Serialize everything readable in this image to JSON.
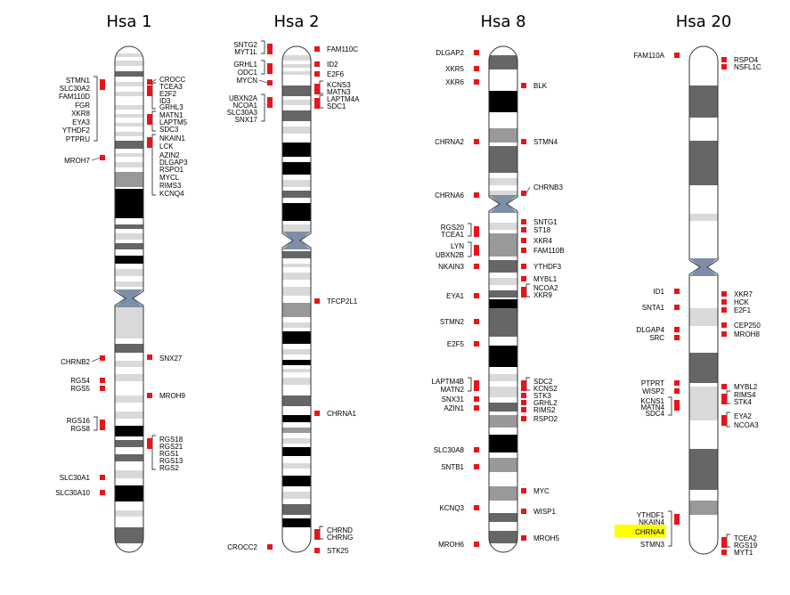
{
  "chromosomes": [
    {
      "title": "Hsa 1",
      "left": [
        "STMN1",
        "SLC30A2",
        "FAM110D",
        "FGR",
        "XKR8",
        "EYA3",
        "YTHDF2",
        "PTPRU",
        "MROH7",
        "CHRNB2",
        "RGS4",
        "RGS5",
        "RGS16",
        "RGS8",
        "SLC30A1",
        "SLC30A10"
      ],
      "right": [
        "CROCC",
        "TCEA3",
        "E2F2",
        "ID3",
        "GRHL3",
        "MATN1",
        "LAPTM5",
        "SDC3",
        "NKAIN1",
        "LCK",
        "AZIN2",
        "DLGAP3",
        "RSPO1",
        "MYCL",
        "RIMS3",
        "KCNQ4",
        "SNX27",
        "MROH9",
        "RGS18",
        "RGS21",
        "RGS1",
        "RGS13",
        "RGS2"
      ]
    },
    {
      "title": "Hsa 2",
      "left": [
        "SNTG2",
        "MYT1L",
        "GRHL1",
        "ODC1",
        "MYCN",
        "UBXN2A",
        "NCOA1",
        "SLC30A3",
        "SNX17",
        "CROCC2"
      ],
      "right": [
        "FAM110C",
        "ID2",
        "E2F6",
        "KCNS3",
        "MATN3",
        "LAPTM4A",
        "SDC1",
        "TFCP2L1",
        "CHRNA1",
        "CHRND",
        "CHRNG",
        "STK25"
      ]
    },
    {
      "title": "Hsa 8",
      "left": [
        "DLGAP2",
        "XKR5",
        "XKR6",
        "CHRNA2",
        "CHRNA6",
        "RGS20",
        "TCEA1",
        "LYN",
        "UBXN2B",
        "NKAIN3",
        "EYA1",
        "STMN2",
        "E2F5",
        "LAPTM4B",
        "MATN2",
        "SNX31",
        "AZIN1",
        "SLC30A8",
        "SNTB1",
        "KCNQ3",
        "MROH6"
      ],
      "right": [
        "BLK",
        "STMN4",
        "CHRNB3",
        "SNTG1",
        "ST18",
        "XKR4",
        "FAM110B",
        "YTHDF3",
        "MYBL1",
        "NCOA2",
        "XKR9",
        "SDC2",
        "KCNS2",
        "STK3",
        "GRHL2",
        "RIMS2",
        "RSPO2",
        "MYC",
        "WISP1",
        "MROH5"
      ]
    },
    {
      "title": "Hsa 20",
      "left": [
        "FAM110A",
        "ID1",
        "SNTA1",
        "DLGAP4",
        "SRC",
        "PTPRT",
        "WISP2",
        "KCNS1",
        "MATN4",
        "SDC4",
        "YTHDF1",
        "NKAIN4",
        "CHRNA4",
        "STMN3"
      ],
      "right": [
        "RSPO4",
        "NSFL1C",
        "XKR7",
        "HCK",
        "E2F1",
        "CEP250",
        "MROH8",
        "MYBL2",
        "RIMS4",
        "STK4",
        "EYA2",
        "NCOA3",
        "TCEA2",
        "RGS19",
        "MYT1"
      ],
      "highlighted": [
        "CHRNA4"
      ]
    }
  ],
  "colors": {
    "marker": "#e8141b",
    "centromere": "#7d8fa8",
    "band_black": "#000000",
    "band_dark": "#666666",
    "band_mid": "#999999",
    "band_light": "#d9d9d9",
    "highlight": "#ffff00"
  }
}
